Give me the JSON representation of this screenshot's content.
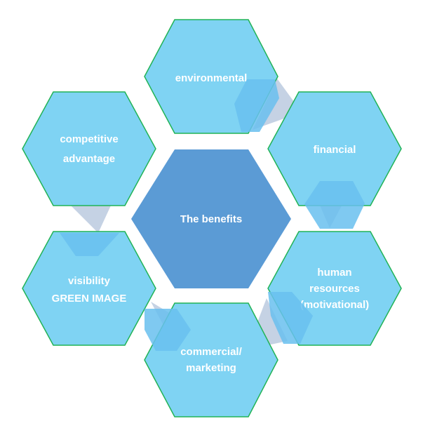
{
  "center": {
    "label": "The benefits",
    "color": "#5b9bd5"
  },
  "colors": {
    "outer_fill": "#7fd3f3",
    "outer_stroke": "#21b356",
    "connector": "#c5d2e4",
    "overlap": "#69bfee",
    "label": "#ffffff"
  },
  "benefits": [
    {
      "id": "environmental",
      "lines": [
        "environmental"
      ]
    },
    {
      "id": "financial",
      "lines": [
        "financial"
      ]
    },
    {
      "id": "human-resources",
      "lines": [
        "human",
        "resources",
        "(motivational)"
      ]
    },
    {
      "id": "commercial-marketing",
      "lines": [
        "commercial/",
        "marketing"
      ]
    },
    {
      "id": "visibility",
      "lines": [
        "visibility",
        "GREEN IMAGE"
      ]
    },
    {
      "id": "competitive-advantage",
      "lines": [
        "competitive",
        "advantage"
      ]
    }
  ]
}
